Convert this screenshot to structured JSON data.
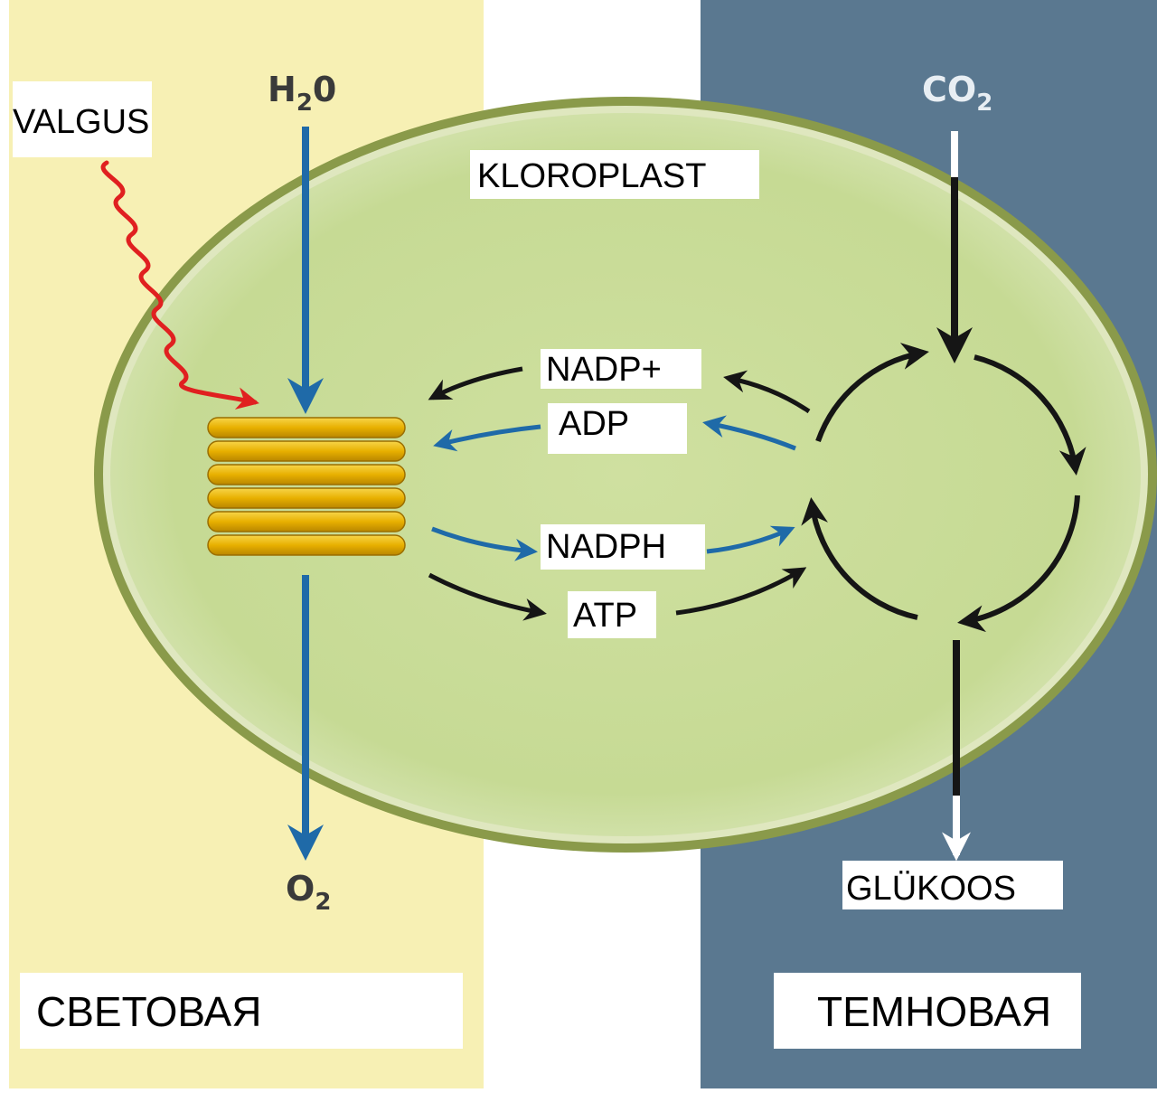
{
  "labels": {
    "valgus": "VALGUS",
    "kloroplast": "KLOROPLAST",
    "nadp_plus": "NADP+",
    "adp": "ADP",
    "nadph": "NADPH",
    "atp": "ATP",
    "glukoos": "GLÜKOOS",
    "svetovaya": "СВЕТОВАЯ",
    "temnovaya": "ТЕМНОВАЯ"
  },
  "chem": {
    "water": "H",
    "water_sub": "2",
    "water_tail": "0",
    "oxygen": "O",
    "oxygen_sub": "2",
    "co2": "CO",
    "co2_sub": "2"
  },
  "colors": {
    "light_zone": "#f7f0b4",
    "dark_zone": "#5a7890",
    "stroma": "#c9dc98",
    "membrane": "#8a9a4a",
    "grana": "#e8b000",
    "light_ray": "#e02020",
    "water_arrow": "#1f6aa8",
    "cycle_arrow": "#151515"
  }
}
